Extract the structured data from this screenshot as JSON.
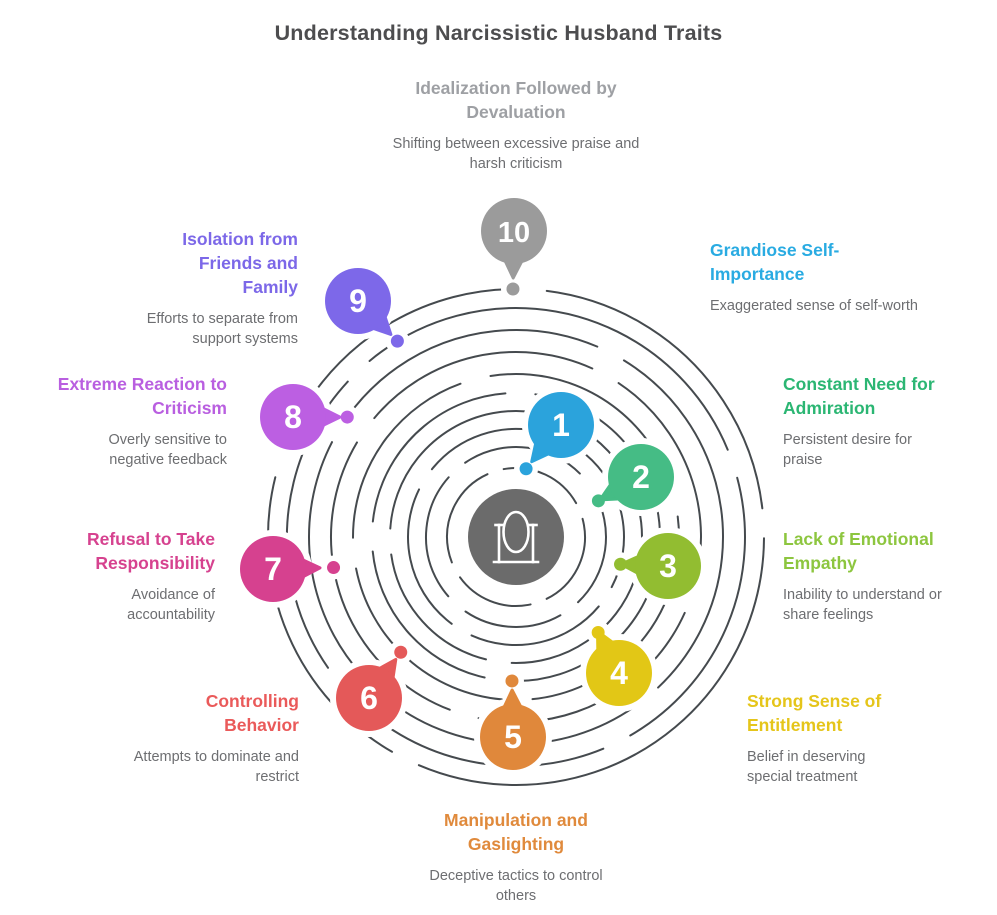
{
  "title": "Understanding Narcissistic Husband Traits",
  "title_color": "#4d4d4f",
  "desc_color": "#6d6e71",
  "spiral_color": "#454a4e",
  "center": {
    "icon": "mirror-icon",
    "bg_color": "#6b6b6b",
    "icon_color": "#ffffff"
  },
  "items": [
    {
      "number": "1",
      "label": "Grandiose Self-Importance",
      "desc": "Exaggerated sense of self-worth",
      "color": "#2ba3dc",
      "label_color": "#29abe2"
    },
    {
      "number": "2",
      "label": "Constant Need for Admiration",
      "desc": "Persistent desire for praise",
      "color": "#45bc85",
      "label_color": "#2bb673"
    },
    {
      "number": "3",
      "label": "Lack of Emotional Empathy",
      "desc": "Inability to understand or share feelings",
      "color": "#92bd31",
      "label_color": "#8dc63f"
    },
    {
      "number": "4",
      "label": "Strong Sense of Entitlement",
      "desc": "Belief in deserving special treatment",
      "color": "#e2c716",
      "label_color": "#e5c51a"
    },
    {
      "number": "5",
      "label": "Manipulation and Gaslighting",
      "desc": "Deceptive tactics to control others",
      "color": "#e0883b",
      "label_color": "#e08a3c"
    },
    {
      "number": "6",
      "label": "Controlling Behavior",
      "desc": "Attempts to dominate and restrict",
      "color": "#e45959",
      "label_color": "#ea5a5a"
    },
    {
      "number": "7",
      "label": "Refusal to Take Responsibility",
      "desc": "Avoidance of accountability",
      "color": "#d6418f",
      "label_color": "#d6428f"
    },
    {
      "number": "8",
      "label": "Extreme Reaction to Criticism",
      "desc": "Overly sensitive to negative feedback",
      "color": "#bc5fe2",
      "label_color": "#b95fe0"
    },
    {
      "number": "9",
      "label": "Isolation from Friends and Family",
      "desc": "Efforts to separate from support systems",
      "color": "#7d68e9",
      "label_color": "#7c68e8"
    },
    {
      "number": "10",
      "label": "Idealization Followed by Devaluation",
      "desc": "Shifting between excessive praise and harsh criticism",
      "color": "#9b9b9b",
      "label_color": "#9ea0a4"
    }
  ]
}
